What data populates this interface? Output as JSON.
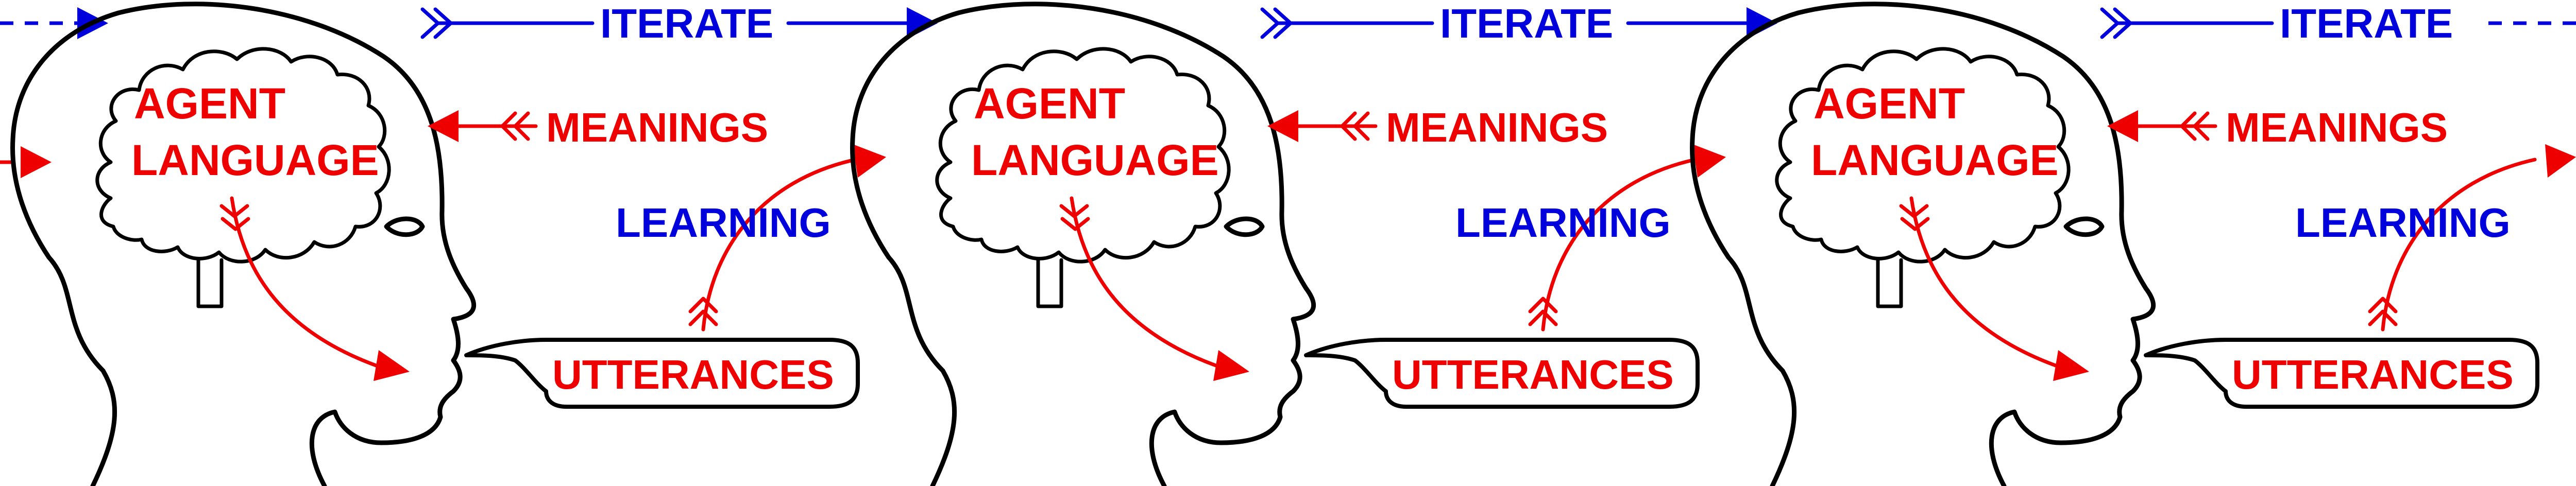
{
  "labels": {
    "agent": "AGENT",
    "language": "LANGUAGE",
    "meanings": "MEANINGS",
    "learning": "LEARNING",
    "utterances": "UTTERANCES",
    "iterate": "ITERATE"
  },
  "colors": {
    "red": "#ee0000",
    "blue": "#0000dd",
    "outline": "#000000"
  },
  "panels": [
    {
      "id": "agent-1"
    },
    {
      "id": "agent-2"
    },
    {
      "id": "agent-3"
    }
  ]
}
